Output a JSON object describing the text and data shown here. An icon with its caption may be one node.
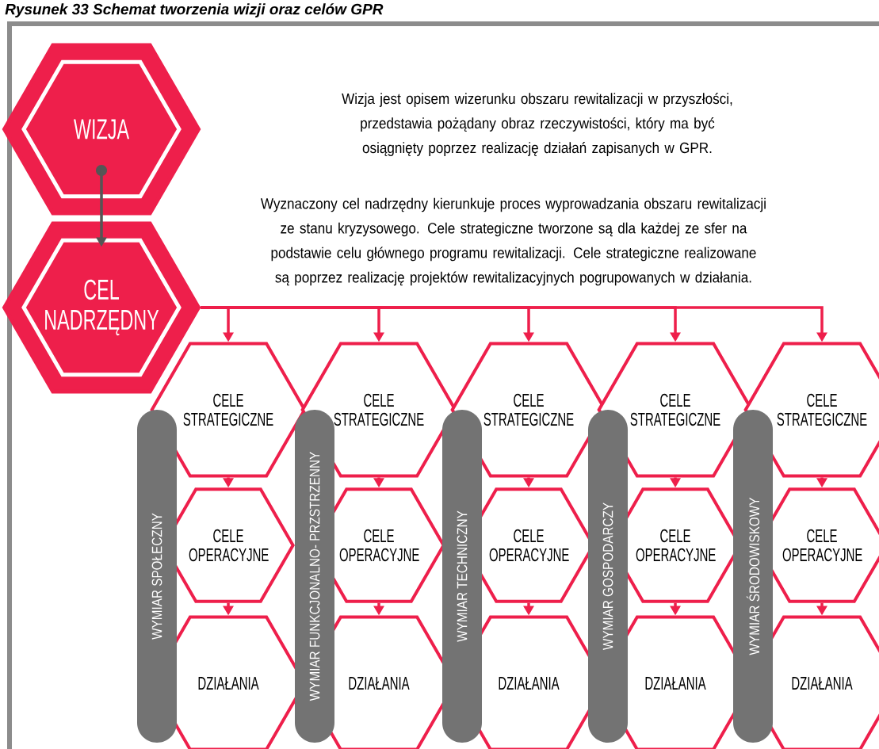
{
  "diagram": {
    "title": "Rysunek 33 Schemat tworzenia wizji oraz celów GPR",
    "nodes": [
      {
        "text": [
          "WIZJA"
        ]
      },
      {
        "text": [
          "CEL NADRZĘDNY"
        ]
      },
      {
        "text": [
          "WYMIAR SPOŁECZNY"
        ]
      },
      {
        "text": [
          "CELE STRATEGICZNE"
        ]
      },
      {
        "text": [
          "CELE OPERACYJNE"
        ]
      },
      {
        "text": [
          "DZIAŁANIA"
        ]
      },
      {
        "text": [
          "WYMIAR FUNKCJONALNO- PRZSTRZENNY"
        ]
      },
      {
        "text": [
          "CELE STRATEGICZNE"
        ]
      },
      {
        "text": [
          "CELE OPERACYJNE"
        ]
      },
      {
        "text": [
          "DZIAŁANIA"
        ]
      },
      {
        "text": [
          "WYMIAR TECHNICZNY"
        ]
      },
      {
        "text": [
          "CELE STRATEGICZNE"
        ]
      },
      {
        "text": [
          "CELE OPERACYJNE"
        ]
      },
      {
        "text": [
          "DZIAŁANIA"
        ]
      },
      {
        "text": [
          "WYMIAR GOSPODARCZY"
        ]
      },
      {
        "text": [
          "CELE STRATEGICZNE"
        ]
      },
      {
        "text": [
          "CELE OPERACYJNE"
        ]
      },
      {
        "text": [
          "DZIAŁANIA"
        ]
      },
      {
        "text": [
          "WYMIAR ŚRODOWISKOWY"
        ]
      },
      {
        "text": [
          "CELE STRATEGICZNE"
        ]
      },
      {
        "text": [
          "CELE OPERACYJNE"
        ]
      },
      {
        "text": [
          "DZIAŁANIA"
        ]
      }
    ],
    "edges": [
      {
        "from": 0,
        "to": 1,
        "arrow": "to",
        "color": "#555555"
      },
      {
        "from": 1,
        "to": 3,
        "arrow": "to"
      },
      {
        "from": 1,
        "to": 7,
        "arrow": "to"
      },
      {
        "from": 1,
        "to": 11,
        "arrow": "to"
      },
      {
        "from": 1,
        "to": 15,
        "arrow": "to"
      },
      {
        "from": 1,
        "to": 19,
        "arrow": "to"
      },
      {
        "from": 3,
        "to": 4,
        "arrow": "to"
      },
      {
        "from": 4,
        "to": 5,
        "arrow": "to"
      },
      {
        "from": 7,
        "to": 8,
        "arrow": "to"
      },
      {
        "from": 8,
        "to": 9,
        "arrow": "to"
      },
      {
        "from": 11,
        "to": 12,
        "arrow": "to"
      },
      {
        "from": 12,
        "to": 13,
        "arrow": "to"
      },
      {
        "from": 15,
        "to": 16,
        "arrow": "to"
      },
      {
        "from": 16,
        "to": 17,
        "arrow": "to"
      },
      {
        "from": 19,
        "to": 20,
        "arrow": "to"
      },
      {
        "from": 20,
        "to": 21,
        "arrow": "to"
      }
    ],
    "labels": [
      "Wizja jest opisem wizerunku obszaru rewitalizacji w przyszłości, przedstawia pożądany obraz rzeczywistości, który ma być osiągnięty poprzez realizację działań zapisanych w GPR.",
      "Wyznaczony cel nadrzędny kierunkuje proces wyprowadzania obszaru rewitalizacji ze stanu kryzysowego. Cele strategiczne tworzone są dla każdej ze sfer na podstawie celu głównego programu rewitalizacji. Cele strategiczne realizowane są poprzez realizację projektów rewitalizacyjnych pogrupowanych w działania."
    ]
  }
}
